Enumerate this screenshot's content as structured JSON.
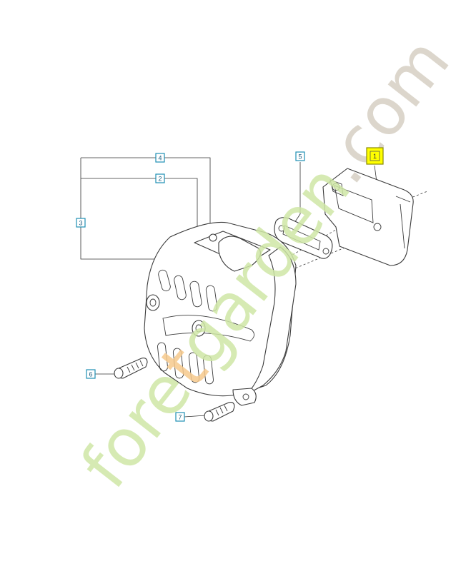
{
  "callouts": {
    "c1": "1",
    "c4": "4",
    "c2": "2",
    "c3": "3",
    "c5": "5",
    "c6": "6",
    "c7": "7"
  },
  "watermark": {
    "text": "foretgarden.com",
    "colors": {
      "green": "#cfe7a6",
      "orange": "#f6c98d",
      "gray": "#d6d0c4"
    }
  },
  "colors": {
    "highlight": "#ffff00",
    "callout_border": "#1f8fb3",
    "line": "#3a3a3a"
  }
}
